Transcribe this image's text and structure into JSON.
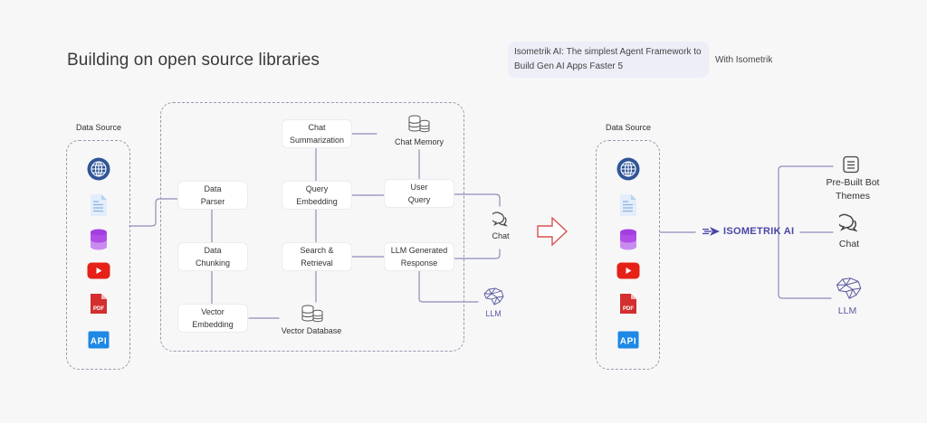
{
  "header": {
    "title": "Building on open source libraries",
    "promo_text": "Isometrik AI: The simplest Agent Framework to Build Gen AI Apps Faster 5",
    "with_label": "With Isometrik"
  },
  "left": {
    "data_source_label": "Data Source",
    "sources": [
      "web-globe-icon",
      "document-icon",
      "database-icon",
      "youtube-icon",
      "pdf-icon",
      "api-icon"
    ],
    "pdf_text": "PDF",
    "api_text": "API",
    "pipeline": {
      "data_parser": [
        "Data",
        "Parser"
      ],
      "data_chunking": [
        "Data",
        "Chunking"
      ],
      "vector_embedding": [
        "Vector",
        "Embedding"
      ],
      "chat_summarization": [
        "Chat",
        "Summarization"
      ],
      "query_embedding": [
        "Query",
        "Embedding"
      ],
      "search_retrieval": [
        "Search &",
        "Retrieval"
      ],
      "user_query": [
        "User",
        "Query"
      ],
      "llm_response": [
        "LLM Generated",
        "Response"
      ],
      "chat_memory": "Chat Memory",
      "vector_database": "Vector Database"
    },
    "chat_label": "Chat",
    "llm_label": "LLM"
  },
  "right": {
    "data_source_label": "Data Source",
    "brand": "ISOMETRIK AI",
    "outputs": {
      "themes": [
        "Pre-Built Bot",
        "Themes"
      ],
      "chat": "Chat",
      "llm": "LLM"
    }
  },
  "colors": {
    "line": "#8d8db8",
    "brand": "#4a47a3",
    "arrow": "#d9534f",
    "globe": "#2f5597",
    "db": "#b04ee6",
    "youtube": "#e62117",
    "pdf": "#d32f2f",
    "api": "#1e88e5"
  }
}
